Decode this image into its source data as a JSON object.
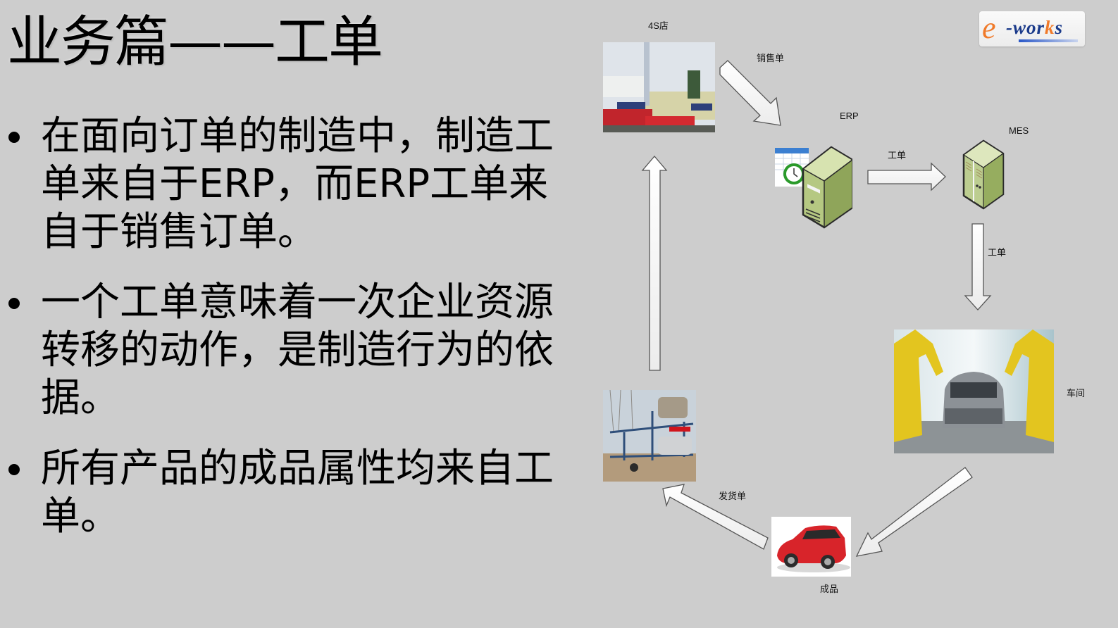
{
  "slide": {
    "title": "业务篇——工单",
    "bullets": [
      "在面向订单的制造中，制造工单来自于ERP，而ERP工单来自于销售订单。",
      "一个工单意味着一次企业资源转移的动作，是制造行为的依据。",
      "所有产品的成品属性均来自工单。"
    ]
  },
  "logo": {
    "e": "e",
    "dash_works": "-wor",
    "k": "k",
    "s": "s"
  },
  "diagram": {
    "nodes": {
      "dealer": {
        "label": "4S店",
        "icon": "car-dealership-photo"
      },
      "erp": {
        "label": "ERP",
        "icon": "server-with-calendar-clock-icon"
      },
      "mes": {
        "label": "MES",
        "icon": "mainframe-server-icon"
      },
      "workshop": {
        "label": "车间",
        "icon": "robot-assembly-line-photo"
      },
      "product": {
        "label": "成品",
        "icon": "red-suv-photo"
      },
      "transport": {
        "label": "",
        "icon": "car-carrier-truck-photo"
      }
    },
    "edges": {
      "dealer_to_erp": "销售单",
      "erp_to_mes": "工单",
      "mes_to_workshop": "工单",
      "workshop_to_product": "",
      "product_to_transport": "发货单",
      "transport_to_dealer": ""
    },
    "colors": {
      "background": "#cdcdcd",
      "arrow_fill": "#f7f7f7",
      "arrow_stroke": "#555555",
      "server_green": "#a7bd6c",
      "logo_orange": "#f07a2a",
      "logo_blue": "#1a3a8a"
    }
  }
}
